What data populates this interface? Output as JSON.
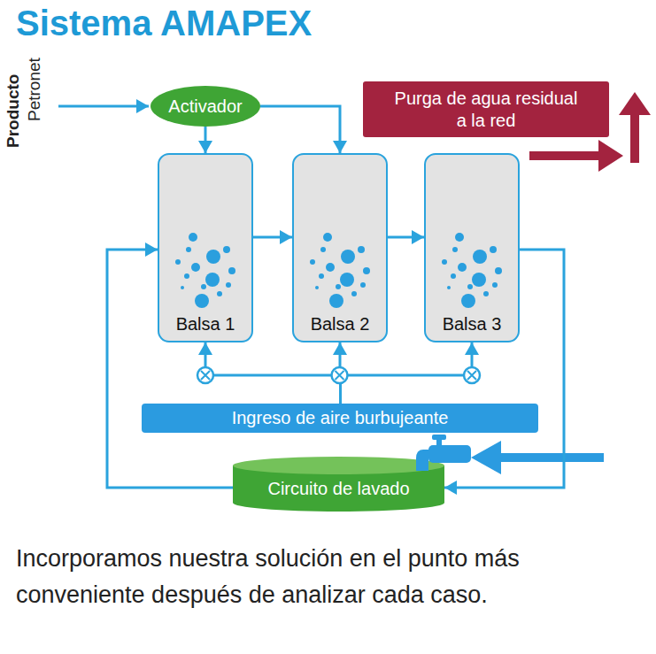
{
  "diagram": {
    "title": "Sistema AMAPEX",
    "caption": "Incorporamos nuestra solución en el punto más conveniente después de analizar cada caso.",
    "nodes": [
      {
        "text": [
          "Activador"
        ]
      },
      {
        "text": [
          "Purga de agua residual a la red"
        ]
      },
      {
        "text": [
          "Balsa 1"
        ]
      },
      {
        "text": [
          "Balsa 2"
        ]
      },
      {
        "text": [
          "Balsa 3"
        ]
      },
      {
        "text": [
          "Ingreso de aire burbujeante"
        ]
      },
      {
        "text": [
          "Circuito de lavado"
        ]
      }
    ],
    "edges": [
      {
        "from": 0,
        "to": 2,
        "arrow": "to"
      },
      {
        "from": 0,
        "to": 3,
        "arrow": "to"
      },
      {
        "from": 2,
        "to": 3,
        "arrow": "to"
      },
      {
        "from": 3,
        "to": 4,
        "arrow": "to"
      },
      {
        "from": 5,
        "to": 2,
        "arrow": "to"
      },
      {
        "from": 5,
        "to": 3,
        "arrow": "to"
      },
      {
        "from": 5,
        "to": 4,
        "arrow": "to"
      },
      {
        "from": 6,
        "to": 2,
        "arrow": "to"
      },
      {
        "from": 4,
        "to": 6,
        "arrow": "to"
      }
    ],
    "labels": [
      "Producto",
      "Petronet"
    ]
  }
}
